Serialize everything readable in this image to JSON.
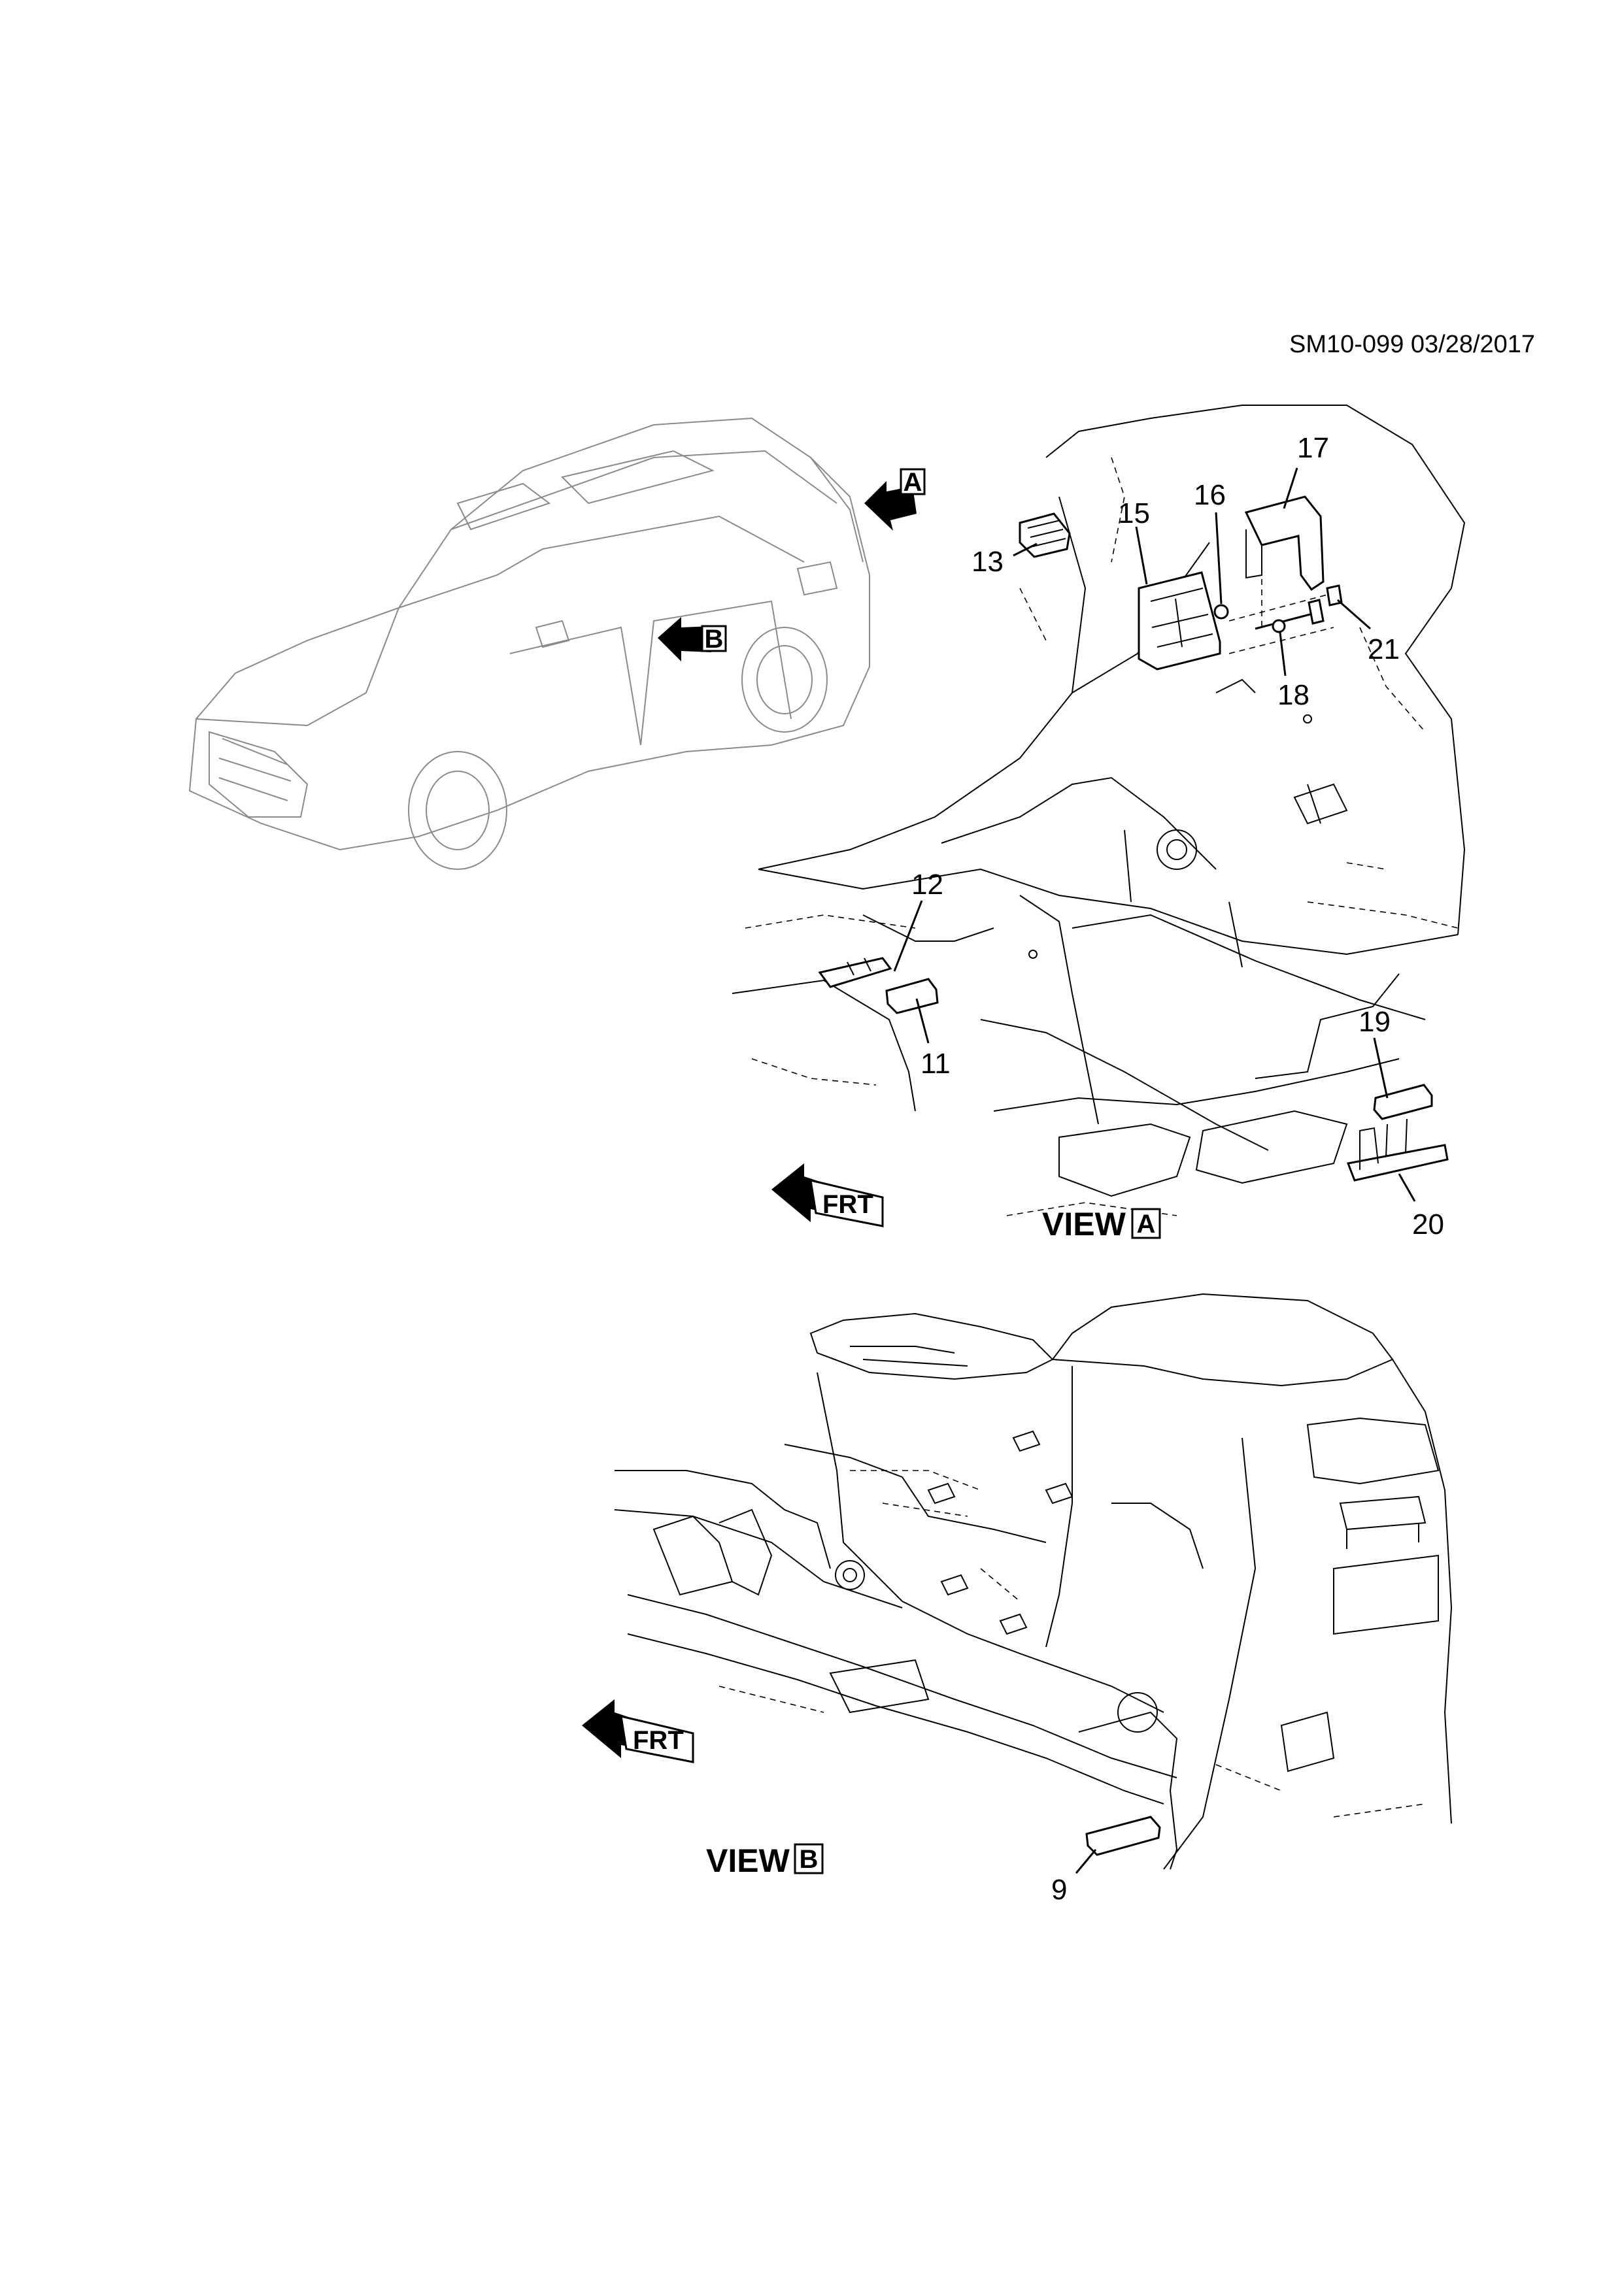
{
  "drawing_code": "SM10-099 03/28/2017",
  "vehicle": {
    "arrow_a_letter": "A",
    "arrow_b_letter": "B"
  },
  "view_a": {
    "label": "VIEW",
    "letter": "A",
    "front_marker": "FRT",
    "callouts": [
      "11",
      "12",
      "13",
      "15",
      "16",
      "17",
      "18",
      "19",
      "20",
      "21"
    ]
  },
  "view_b": {
    "label": "VIEW",
    "letter": "B",
    "front_marker": "FRT",
    "callouts": [
      "9"
    ]
  }
}
